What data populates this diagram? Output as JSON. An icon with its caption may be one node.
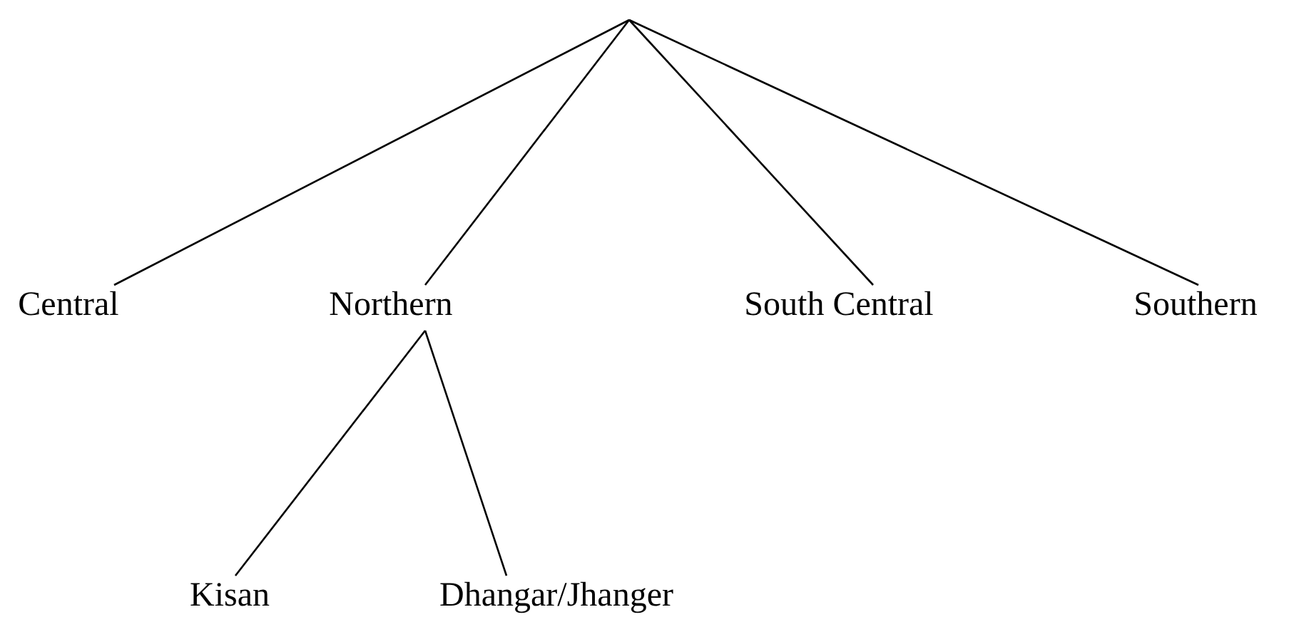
{
  "diagram": {
    "nodes": [
      {
        "text": [
          "Central"
        ]
      },
      {
        "text": [
          "Northern"
        ]
      },
      {
        "text": [
          "South Central"
        ]
      },
      {
        "text": [
          "Southern"
        ]
      },
      {
        "text": [
          "Kisan"
        ]
      },
      {
        "text": [
          "Dhangar/Jhanger"
        ]
      }
    ],
    "edges": [
      {
        "from": null,
        "to": 0,
        "arrow": "none"
      },
      {
        "from": null,
        "to": 1,
        "arrow": "none"
      },
      {
        "from": null,
        "to": 2,
        "arrow": "none"
      },
      {
        "from": null,
        "to": 3,
        "arrow": "none"
      },
      {
        "from": 1,
        "to": 4,
        "arrow": "none"
      },
      {
        "from": 1,
        "to": 5,
        "arrow": "none"
      }
    ]
  }
}
